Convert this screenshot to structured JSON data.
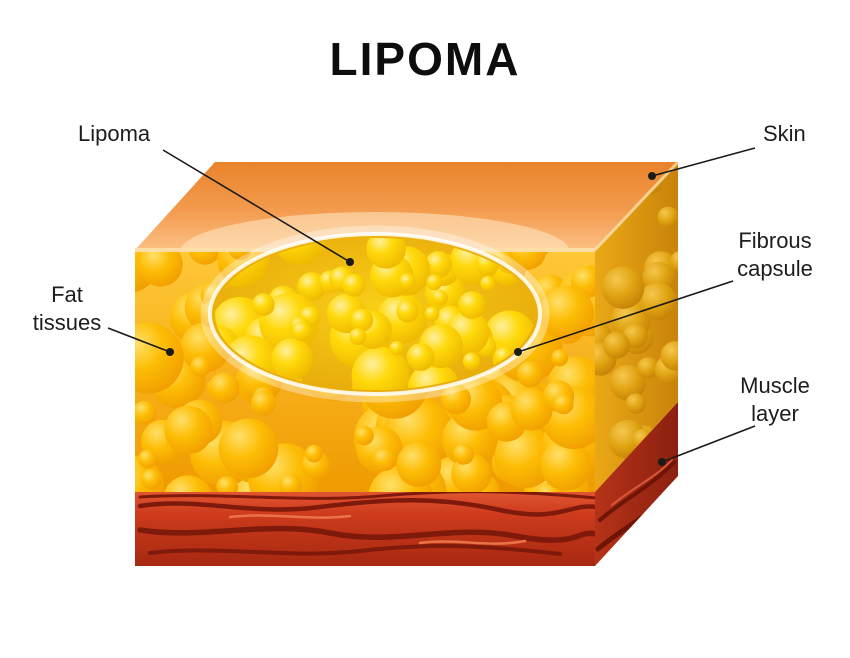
{
  "title": "LIPOMA",
  "annotations": {
    "lipoma": {
      "label": "Lipoma"
    },
    "skin": {
      "label": "Skin"
    },
    "fat_tissues": {
      "line1": "Fat",
      "line2": "tissues"
    },
    "fibrous_capsule": {
      "line1": "Fibrous",
      "line2": "capsule"
    },
    "muscle_layer": {
      "line1": "Muscle",
      "line2": "layer"
    }
  },
  "colors": {
    "leader_line": "#1a1a1a",
    "marker_dot": "#1a1a1a",
    "skin": "#f29a4b",
    "fat": "#fdbd05",
    "lipoma": "#ffd40a",
    "capsule_rim": "#ffffff",
    "muscle": "#cd3b1c",
    "muscle_streak": "#7e190b",
    "muscle_streak_light": "#ea7448",
    "muscle_side_streak": "#6f1508"
  }
}
